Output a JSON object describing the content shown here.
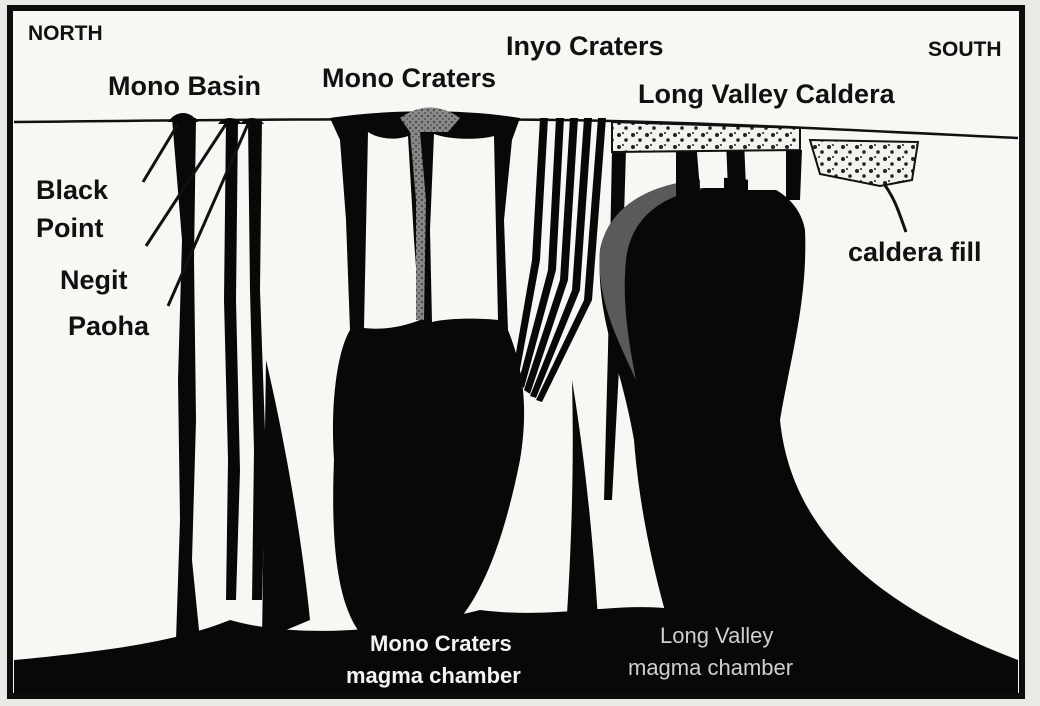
{
  "labels": {
    "north": "NORTH",
    "south": "SOUTH",
    "inyo_craters": "Inyo Craters",
    "mono_basin": "Mono Basin",
    "mono_craters": "Mono Craters",
    "long_valley_caldera": "Long Valley Caldera",
    "black_point_1": "Black",
    "black_point_2": "Point",
    "negit": "Negit",
    "paoha": "Paoha",
    "caldera_fill": "caldera fill",
    "mono_chamber_1": "Mono Craters",
    "mono_chamber_2": "magma chamber",
    "lv_chamber_1": "Long Valley",
    "lv_chamber_2": "magma chamber"
  },
  "colors": {
    "paper": "#f7f7f3",
    "frame": "#0c0c0c",
    "magma": "#080808",
    "gray_magma": "#4a4a4a",
    "fill_dots": "#222222"
  }
}
